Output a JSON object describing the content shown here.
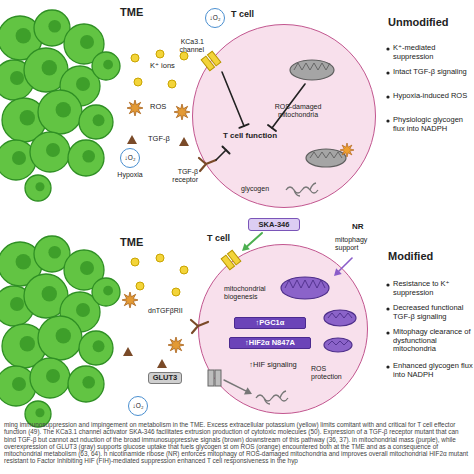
{
  "diagram": {
    "caption": "ming immunosuppression and impingement on metabolism in the TME. Excess extracellular potassium (yellow) limits comitant with and critical for T cell effector function (49). The KCa3.1 channel activator SKA-346 facilitates extrusion production of cytotoxic molecules (50). Expression of a TGF-β receptor mutant that can bind TGF-β but cannot act nduction of the broad immunosuppressive signals (brown) downstream of this pathway (36, 37). in mitochondrial mass (purple), while overexpression of GLUT3 (gray) supports glucose uptake that fuels glycogen st om ROS (orange) encountered both at the TME and as a consequence of mitochondrial metabolism (63, 64). h nicotinamide ribose (NR) enforces mitophagy of ROS-damaged mitochondria and improves overall mitochondrial HIF2α mutant resistant to Factor Inhibiting HIF (FIH)-mediated suppression enhanced T cell responsiveness in the hyp",
    "nodes": [
      {
        "text": [
          "↓O₂"
        ]
      },
      {
        "text": [
          "T cell",
          "ROS-damaged mitochondria",
          "T cell function",
          "glycogen"
        ]
      },
      {
        "text": [
          "↓O₂",
          "Hypoxia"
        ]
      },
      {
        "text": [
          "SKA-346"
        ]
      },
      {
        "text": [
          "T cell",
          "mitochondrial biogenesis",
          "↑HIF signaling",
          "ROS protection"
        ]
      },
      {
        "text": [
          "↑PGC1α"
        ],
        "in": 4
      },
      {
        "text": [
          "↑HIF2α N847A"
        ],
        "in": 4
      },
      {
        "text": [
          "GLUT3"
        ]
      },
      {
        "text": [
          "↓O₂"
        ]
      }
    ],
    "labels": [
      "TME",
      "K⁺ ions",
      "ROS",
      "TGF-β",
      "KCa3.1 channel",
      "TGF-β receptor",
      "Unmodified",
      "K⁺-mediated suppression",
      "Intact TGF-β signaling",
      "Hypoxia-induced ROS",
      "Physiologic glycogen flux into NADPH",
      "TME",
      "dnTGFβRII",
      "NR",
      "mitophagy support",
      "Modified",
      "Resistance to K⁺ suppression",
      "Decreased functional TGF-β signaling",
      "Mitophagy clearance of dysfunctional mitochondria",
      "Enhanced glycogen flux into NADPH"
    ]
  }
}
